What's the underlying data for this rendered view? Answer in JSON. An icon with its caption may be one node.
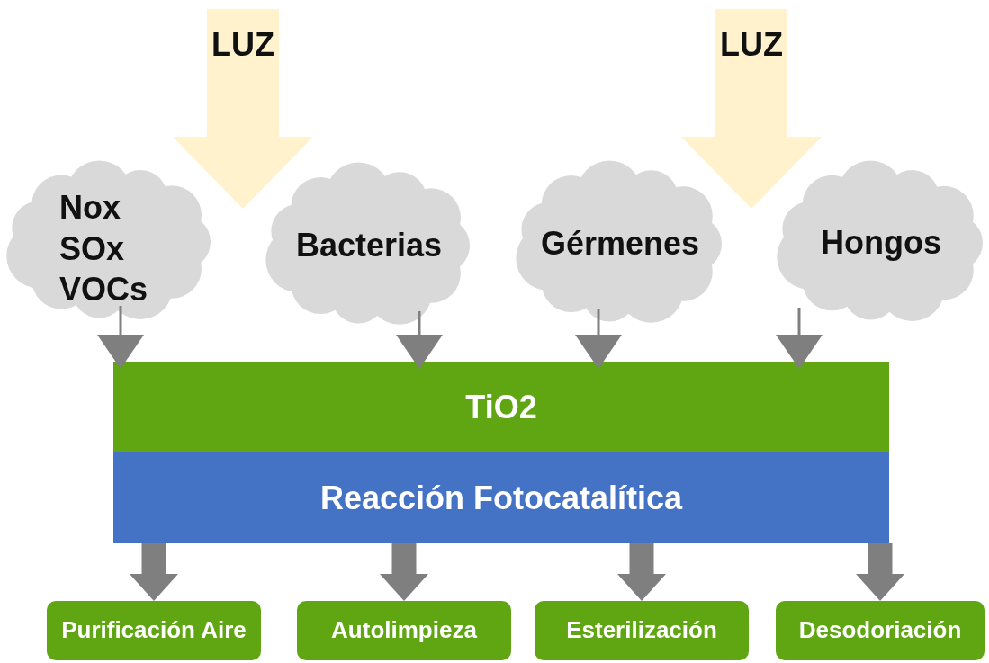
{
  "diagram": {
    "nodes": [
      {
        "text": [
          "LUZ"
        ]
      },
      {
        "text": [
          "LUZ"
        ]
      },
      {
        "text": [
          "Nox SOx VOCs"
        ]
      },
      {
        "text": [
          "Bacterias"
        ]
      },
      {
        "text": [
          "Gérmenes"
        ]
      },
      {
        "text": [
          "Hongos"
        ]
      },
      {
        "text": [
          "TiO2"
        ]
      },
      {
        "text": [
          "Reacción Fotocatalítica"
        ]
      },
      {
        "text": [
          "Purificación Aire"
        ]
      },
      {
        "text": [
          "Autolimpieza"
        ]
      },
      {
        "text": [
          "Esterilización"
        ]
      },
      {
        "text": [
          "Desodoriación"
        ]
      }
    ],
    "edges": [
      {
        "from": 2,
        "to": 6,
        "arrow": "to"
      },
      {
        "from": 3,
        "to": 6,
        "arrow": "to"
      },
      {
        "from": 4,
        "to": 6,
        "arrow": "to"
      },
      {
        "from": 5,
        "to": 6,
        "arrow": "to"
      },
      {
        "from": 7,
        "to": 8,
        "arrow": "to",
        "style": "thick"
      },
      {
        "from": 7,
        "to": 9,
        "arrow": "to",
        "style": "thick"
      },
      {
        "from": 7,
        "to": 10,
        "arrow": "to",
        "style": "thick"
      },
      {
        "from": 7,
        "to": 11,
        "arrow": "to",
        "style": "thick"
      }
    ]
  }
}
